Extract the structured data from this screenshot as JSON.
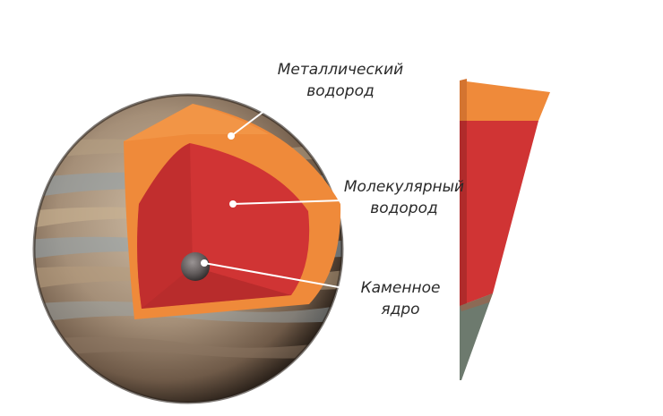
{
  "labels": {
    "metallic_hydrogen": {
      "line1": "Металлический",
      "line2": "водород"
    },
    "molecular_hydrogen": {
      "line1": "Молекулярный",
      "line2": "водород"
    },
    "rocky_core": {
      "line1": "Каменное",
      "line2": "ядро"
    }
  },
  "colors": {
    "metallic_layer": "#ef8a3a",
    "molecular_layer": "#d03434",
    "core": "#6e6868",
    "planet_surface": "#a58f78",
    "leader_line": "#ffffff"
  }
}
